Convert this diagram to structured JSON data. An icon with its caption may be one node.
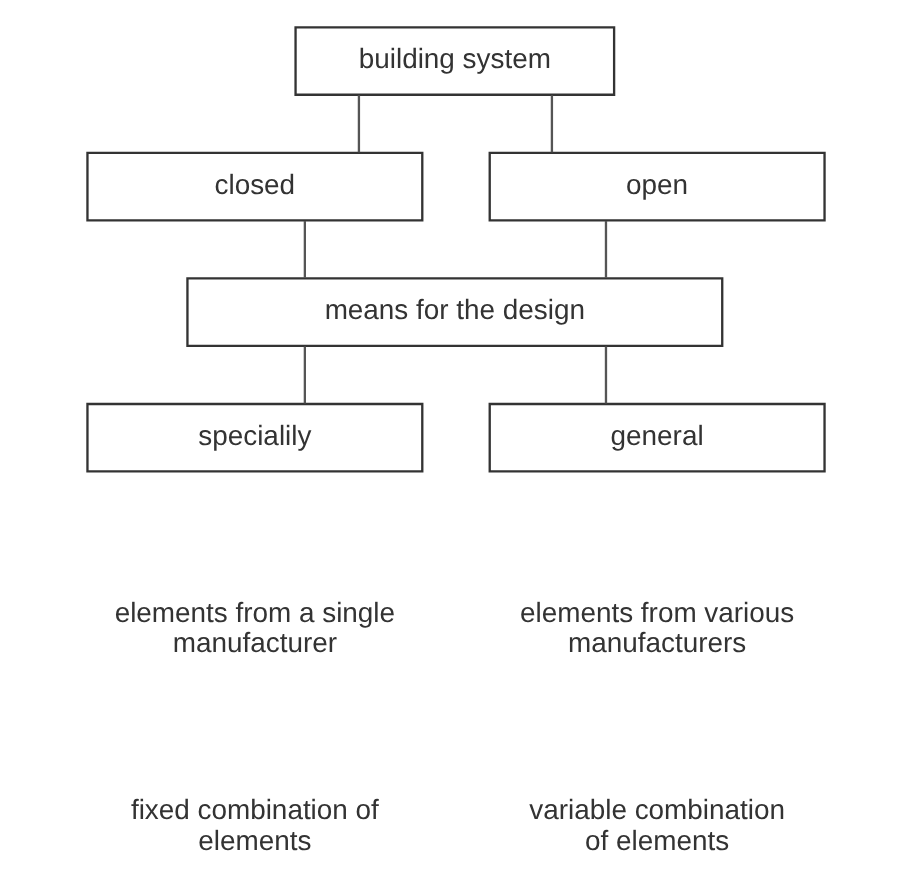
{
  "diagram": {
    "nodes": [
      {
        "text": [
          "building system"
        ]
      },
      {
        "text": [
          "closed"
        ]
      },
      {
        "text": [
          "open"
        ]
      },
      {
        "text": [
          "means for the design"
        ]
      },
      {
        "text": [
          "specialily"
        ]
      },
      {
        "text": [
          "general"
        ]
      }
    ],
    "edges": [
      {
        "from": 0,
        "to": 1,
        "arrow": "none"
      },
      {
        "from": 0,
        "to": 2,
        "arrow": "none"
      },
      {
        "from": 1,
        "to": 3,
        "arrow": "none"
      },
      {
        "from": 2,
        "to": 3,
        "arrow": "none"
      },
      {
        "from": 3,
        "to": 4,
        "arrow": "none"
      },
      {
        "from": 3,
        "to": 5,
        "arrow": "none"
      }
    ],
    "labels": [
      "elements from a single manufacturer",
      "elements from various manufacturers",
      "fixed combination of elements",
      "variable combination of elements"
    ]
  }
}
